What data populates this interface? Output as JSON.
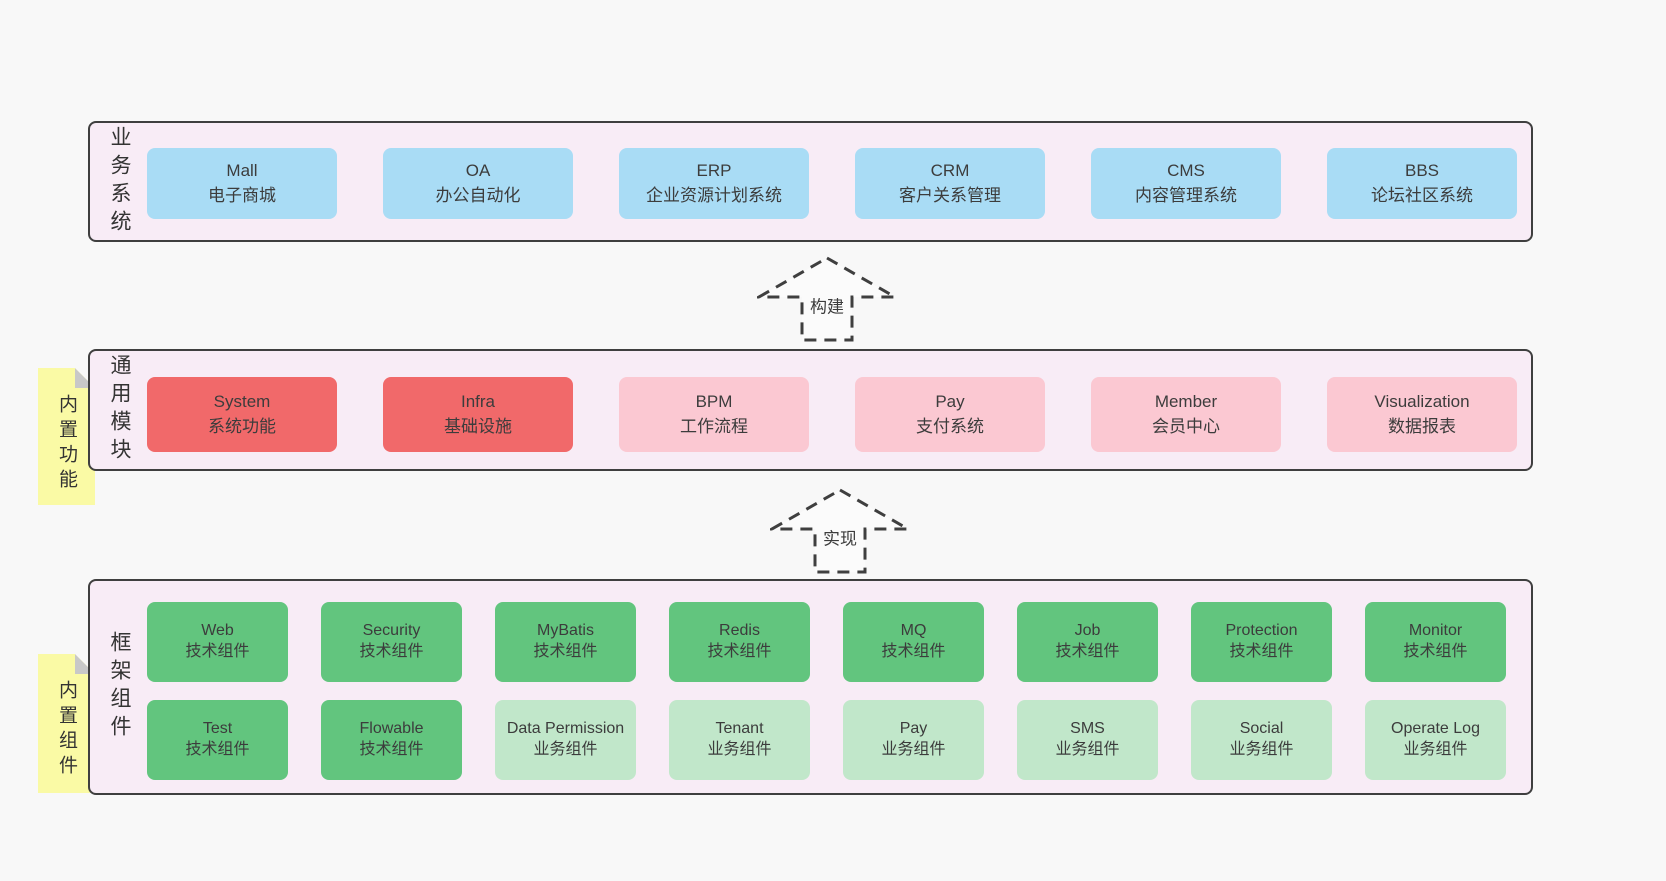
{
  "colors": {
    "page_bg": "#f8f8f8",
    "panel_bg": "#f8ecf6",
    "panel_border": "#3f3f3f",
    "text": "#3c3c3c",
    "blue": "#a9dcf5",
    "red": "#f1696a",
    "pink": "#fbc8d2",
    "green": "#62c57e",
    "light_green": "#c1e7ca",
    "yellow": "#fafaa5",
    "note_fold": "#c8c8c8",
    "arrow_fill": "#fbfbfb"
  },
  "arrows": [
    {
      "label": "构建"
    },
    {
      "label": "实现"
    }
  ],
  "tiers": [
    {
      "label": "业务系统",
      "note": "",
      "rows": [
        [
          {
            "title": "Mall",
            "subtitle": "电子商城",
            "color": "blue"
          },
          {
            "title": "OA",
            "subtitle": "办公自动化",
            "color": "blue"
          },
          {
            "title": "ERP",
            "subtitle": "企业资源计划系统",
            "color": "blue"
          },
          {
            "title": "CRM",
            "subtitle": "客户关系管理",
            "color": "blue"
          },
          {
            "title": "CMS",
            "subtitle": "内容管理系统",
            "color": "blue"
          },
          {
            "title": "BBS",
            "subtitle": "论坛社区系统",
            "color": "blue"
          }
        ]
      ]
    },
    {
      "label": "通用模块",
      "note": "内置功能",
      "rows": [
        [
          {
            "title": "System",
            "subtitle": "系统功能",
            "color": "red"
          },
          {
            "title": "Infra",
            "subtitle": "基础设施",
            "color": "red"
          },
          {
            "title": "BPM",
            "subtitle": "工作流程",
            "color": "pink"
          },
          {
            "title": "Pay",
            "subtitle": "支付系统",
            "color": "pink"
          },
          {
            "title": "Member",
            "subtitle": "会员中心",
            "color": "pink"
          },
          {
            "title": "Visualization",
            "subtitle": "数据报表",
            "color": "pink"
          }
        ]
      ]
    },
    {
      "label": "框架组件",
      "note": "内置组件",
      "rows": [
        [
          {
            "title": "Web",
            "subtitle": "技术组件",
            "color": "green"
          },
          {
            "title": "Security",
            "subtitle": "技术组件",
            "color": "green"
          },
          {
            "title": "MyBatis",
            "subtitle": "技术组件",
            "color": "green"
          },
          {
            "title": "Redis",
            "subtitle": "技术组件",
            "color": "green"
          },
          {
            "title": "MQ",
            "subtitle": "技术组件",
            "color": "green"
          },
          {
            "title": "Job",
            "subtitle": "技术组件",
            "color": "green"
          },
          {
            "title": "Protection",
            "subtitle": "技术组件",
            "color": "green"
          },
          {
            "title": "Monitor",
            "subtitle": "技术组件",
            "color": "green"
          }
        ],
        [
          {
            "title": "Test",
            "subtitle": "技术组件",
            "color": "green"
          },
          {
            "title": "Flowable",
            "subtitle": "技术组件",
            "color": "green"
          },
          {
            "title": "Data Permission",
            "subtitle": "业务组件",
            "color": "light_green"
          },
          {
            "title": "Tenant",
            "subtitle": "业务组件",
            "color": "light_green"
          },
          {
            "title": "Pay",
            "subtitle": "业务组件",
            "color": "light_green"
          },
          {
            "title": "SMS",
            "subtitle": "业务组件",
            "color": "light_green"
          },
          {
            "title": "Social",
            "subtitle": "业务组件",
            "color": "light_green"
          },
          {
            "title": "Operate Log",
            "subtitle": "业务组件",
            "color": "light_green"
          }
        ]
      ]
    }
  ]
}
